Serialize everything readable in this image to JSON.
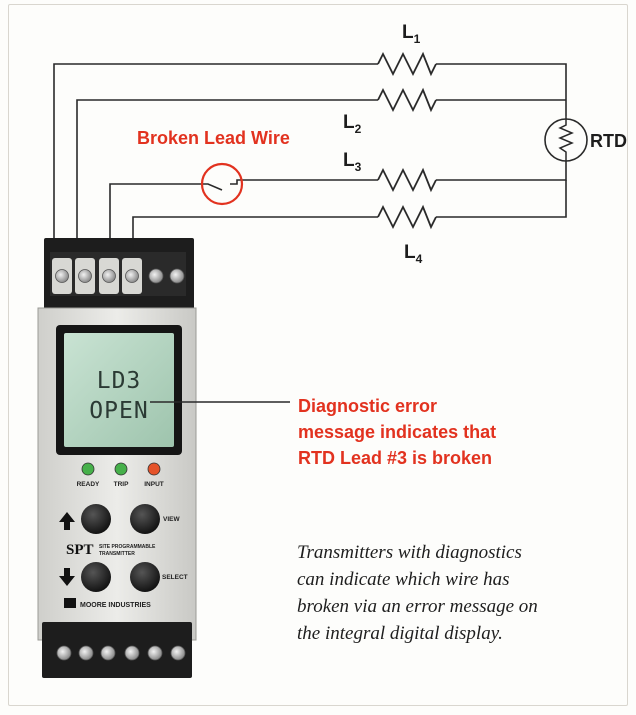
{
  "labels": {
    "l1": {
      "main": "L",
      "sub": "1"
    },
    "l2": {
      "main": "L",
      "sub": "2"
    },
    "l3": {
      "main": "L",
      "sub": "3"
    },
    "l4": {
      "main": "L",
      "sub": "4"
    },
    "rtd": "RTD",
    "broken": "Broken Lead Wire"
  },
  "display": {
    "line1": "LD3",
    "line2": "OPEN"
  },
  "callout": [
    "Diagnostic error",
    "message indicates that",
    "RTD Lead #3 is broken"
  ],
  "device": {
    "leds": [
      {
        "label": "READY",
        "color": "#46b04a"
      },
      {
        "label": "TRIP",
        "color": "#46b04a"
      },
      {
        "label": "INPUT",
        "color": "#e5532a"
      }
    ],
    "buttons": {
      "view": "VIEW",
      "select": "SELECT"
    },
    "brand": "SPT",
    "brand_sub1": "SITE PROGRAMMABLE",
    "brand_sub2": "TRANSMITTER",
    "maker": "MOORE INDUSTRIES"
  },
  "caption": [
    "Transmitters with diagnostics",
    "can indicate which wire has",
    "broken via an error message on",
    "the integral digital display."
  ],
  "colors": {
    "accent_red": "#e2321f",
    "wire": "#2a2a2a",
    "device_body": "#e9e9e6"
  }
}
